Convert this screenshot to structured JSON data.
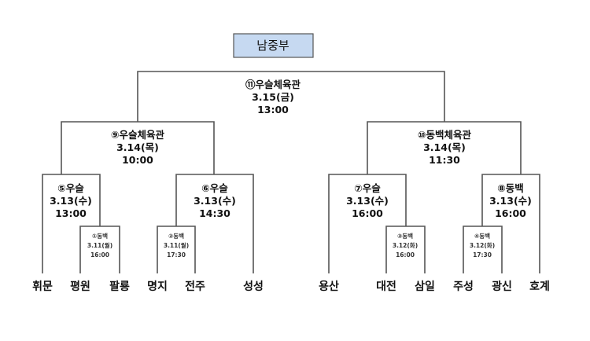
{
  "title": "남중부",
  "title_fill": "#c6d9f1",
  "final": {
    "venue": "⑪우슬체육관",
    "date": "3.15(금)",
    "time": "13:00"
  },
  "semis": [
    {
      "venue": "⑨우슬체육관",
      "date": "3.14(목)",
      "time": "10:00"
    },
    {
      "venue": "⑩동백체육관",
      "date": "3.14(목)",
      "time": "11:30"
    }
  ],
  "quarters": [
    {
      "venue": "⑤우슬",
      "date": "3.13(수)",
      "time": "13:00"
    },
    {
      "venue": "⑥우슬",
      "date": "3.13(수)",
      "time": "14:30"
    },
    {
      "venue": "⑦우슬",
      "date": "3.13(수)",
      "time": "16:00"
    },
    {
      "venue": "⑧동백",
      "date": "3.13(수)",
      "time": "16:00"
    }
  ],
  "first_round": [
    {
      "venue": "①동백",
      "date": "3.11(월)",
      "time": "16:00"
    },
    {
      "venue": "②동백",
      "date": "3.11(월)",
      "time": "17:30"
    },
    {
      "venue": "③동백",
      "date": "3.12(화)",
      "time": "16:00"
    },
    {
      "venue": "④동백",
      "date": "3.12(화)",
      "time": "17:30"
    }
  ],
  "teams": [
    "휘문",
    "평원",
    "팔룡",
    "명지",
    "전주",
    "성성",
    "용산",
    "대전",
    "삼일",
    "주성",
    "광신",
    "호계"
  ]
}
